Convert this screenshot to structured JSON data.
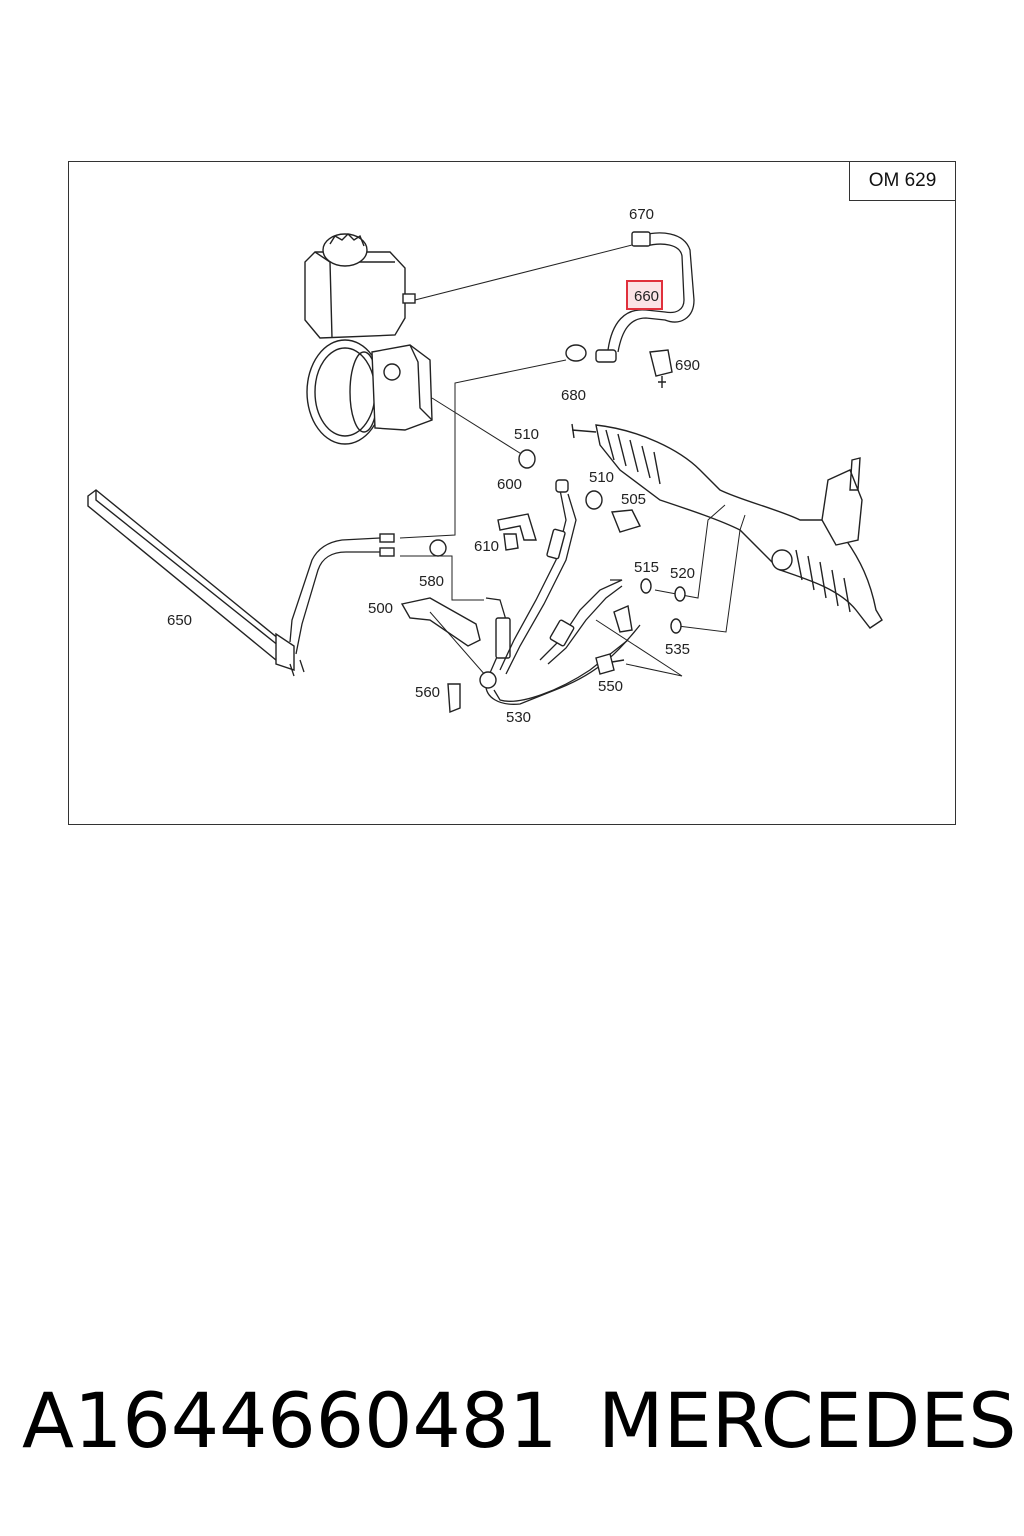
{
  "diagram": {
    "engine_code": "OM 629",
    "highlighted_part": "660",
    "callouts": [
      {
        "id": "670",
        "label": "670"
      },
      {
        "id": "660",
        "label": "660"
      },
      {
        "id": "690",
        "label": "690"
      },
      {
        "id": "680",
        "label": "680"
      },
      {
        "id": "510a",
        "label": "510"
      },
      {
        "id": "600",
        "label": "600"
      },
      {
        "id": "510b",
        "label": "510"
      },
      {
        "id": "505",
        "label": "505"
      },
      {
        "id": "610",
        "label": "610"
      },
      {
        "id": "580",
        "label": "580"
      },
      {
        "id": "515",
        "label": "515"
      },
      {
        "id": "520",
        "label": "520"
      },
      {
        "id": "650",
        "label": "650"
      },
      {
        "id": "500",
        "label": "500"
      },
      {
        "id": "535",
        "label": "535"
      },
      {
        "id": "550",
        "label": "550"
      },
      {
        "id": "560",
        "label": "560"
      },
      {
        "id": "530",
        "label": "530"
      }
    ],
    "colors": {
      "highlight_border": "#e0303c",
      "highlight_fill": "#fbe3e6",
      "line": "#222222"
    }
  },
  "footer": {
    "part_number": "A1644660481",
    "brand": "MERCEDES"
  }
}
